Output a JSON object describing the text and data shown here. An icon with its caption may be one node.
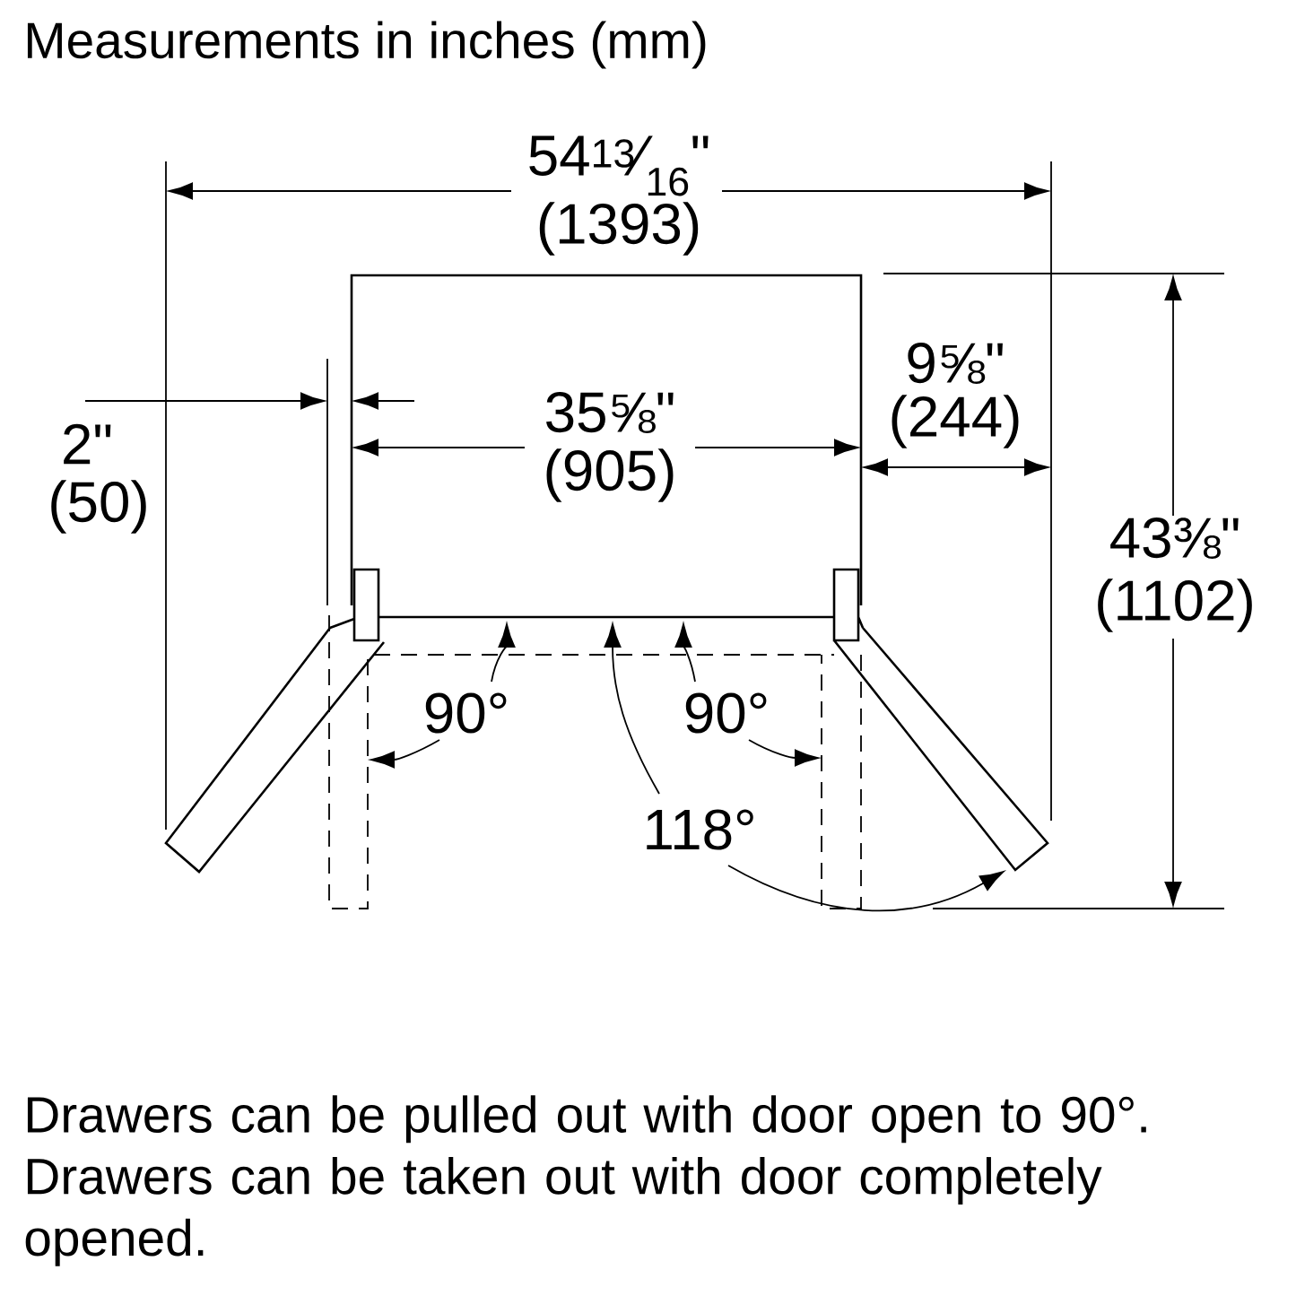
{
  "diagram": {
    "title": "Measurements in inches (mm)",
    "caption": "Drawers can be pulled out with door open to 90°. Drawers can be taken out with door completely opened.",
    "labels": [
      "54$^{13}$⁄$_{16}$\"",
      "(1393)",
      "2\"",
      "(50)",
      "35⅝\"",
      "(905)",
      "9⅝\"",
      "(244)",
      "43⅜\"",
      "(1102)",
      "90°",
      "90°",
      "118°"
    ]
  }
}
